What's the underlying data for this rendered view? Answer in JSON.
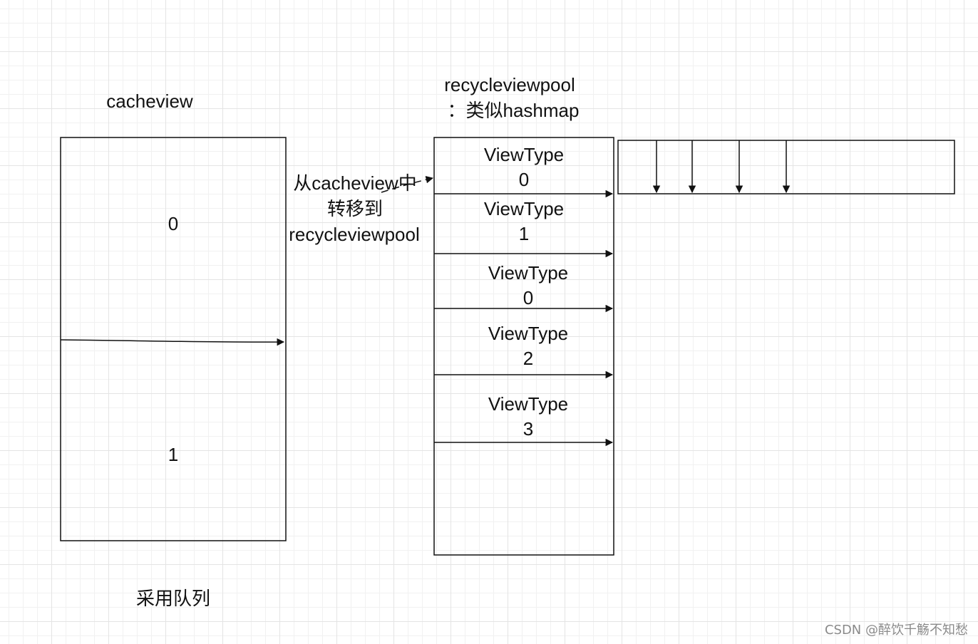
{
  "cacheview": {
    "title": "cacheview",
    "cells": [
      "0",
      "1"
    ],
    "footer": "采用队列"
  },
  "pool": {
    "title_line1": "recycleviewpool",
    "title_line2": "：类似hashmap",
    "cells": [
      {
        "name": "ViewType",
        "type": "0"
      },
      {
        "name": "ViewType",
        "type": "1"
      },
      {
        "name": "ViewType",
        "type": "0"
      },
      {
        "name": "ViewType",
        "type": "2"
      },
      {
        "name": "ViewType",
        "type": "3"
      }
    ]
  },
  "transfer": {
    "line1": "从cacheview中",
    "line2": "转移到",
    "line3": "recycleviewpool"
  },
  "watermark": "CSDN @醉饮千觞不知愁"
}
